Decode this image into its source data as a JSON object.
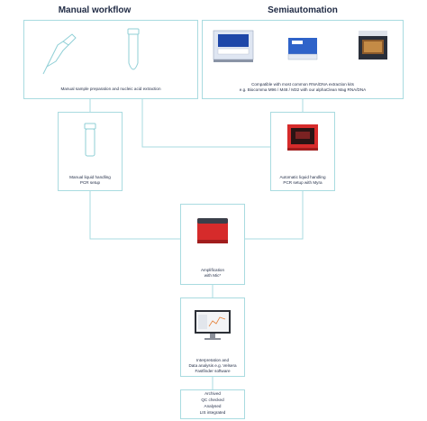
{
  "headings": {
    "manual": "Manual workflow",
    "semi": "Semiautomation"
  },
  "captions": {
    "manual_extraction": "Manual sample preparation and nucleic acid extraction",
    "semi_extraction_line1": "Compatible with most common RNA/DNA extraction kits",
    "semi_extraction_line2": "e.g. Biocomma M96 / M48 / M32 with our alphaClean Mag RNA/DNA",
    "manual_pcr_line1": "Manual liquid handling",
    "manual_pcr_line2": "PCR setup",
    "auto_pcr_line1": "Automatic liquid handling",
    "auto_pcr_line2": "PCR setup with Myra",
    "amplification_line1": "Amplification",
    "amplification_line2": "with Mic*",
    "analysis_line1": "Interpretation and",
    "analysis_line2": "Data analysis e.g. Velsera",
    "analysis_line3": "Fastfinder software",
    "final_line1": "Archived",
    "final_line2": "QC checked",
    "final_line3": "Analysed",
    "final_line4": "LIS integrated"
  },
  "colors": {
    "border": "#a9dbe0",
    "text": "#1f2a44",
    "device_red": "#d62b2b"
  }
}
